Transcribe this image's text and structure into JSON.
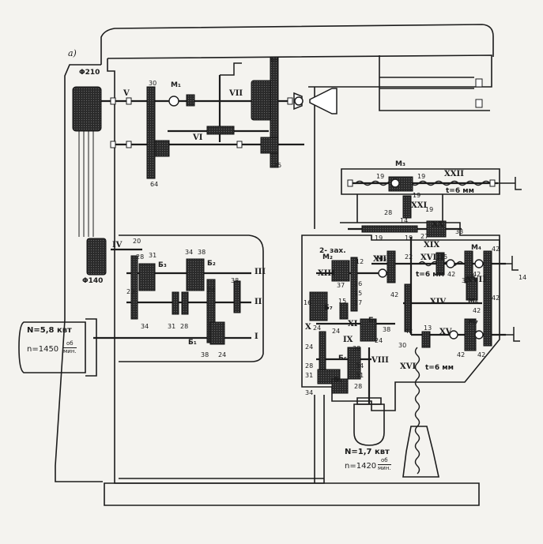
{
  "figure_label": "a)",
  "pulleys": {
    "upper": "Φ210",
    "lower": "Φ140"
  },
  "main_motor": {
    "power": "N=5,8 квт",
    "speed": "n=1450",
    "unit_num": "об",
    "unit_den": "мин."
  },
  "feed_motor": {
    "power": "N=1,7 квт",
    "speed": "n=1420",
    "unit_num": "об",
    "unit_den": "мин."
  },
  "pitch_label": "t=6 мм",
  "two_start": "2- зах.",
  "shaft_numerals": [
    "I",
    "II",
    "III",
    "IV",
    "V",
    "VI",
    "VII",
    "VIII",
    "IX",
    "X",
    "XI",
    "XII",
    "XIII",
    "XIV",
    "XV",
    "XVI",
    "XVII",
    "XVIII",
    "XIX",
    "XX",
    "XXI",
    "XXII"
  ],
  "gears": [
    "20",
    "20",
    "28",
    "31",
    "34",
    "38",
    "38",
    "24",
    "34",
    "31",
    "28",
    "38",
    "24",
    "30",
    "64",
    "69",
    "25",
    "12",
    "37",
    "36",
    "15",
    "37",
    "15",
    "16",
    "24",
    "24",
    "38",
    "24",
    "24",
    "38",
    "34",
    "31",
    "28",
    "31",
    "34",
    "28",
    "42",
    "42",
    "42",
    "42",
    "30",
    "42",
    "42",
    "42",
    "42",
    "13",
    "30",
    "19",
    "19",
    "19",
    "19",
    "28",
    "14",
    "19",
    "19",
    "27",
    "33",
    "22",
    "35",
    "42",
    "14"
  ],
  "clutches": {
    "M1": "М₁",
    "M2": "М₂",
    "M3": "М₃",
    "M4": "М₄",
    "M5": "М₅",
    "M6": "М₆",
    "M7": "М₇"
  },
  "blocks": {
    "B1": "Б₁",
    "B2": "Б₂",
    "B3": "Б₃",
    "B4": "Б₄",
    "B5": "Б₅",
    "B6": "Б₆",
    "B7": "Б₇"
  }
}
